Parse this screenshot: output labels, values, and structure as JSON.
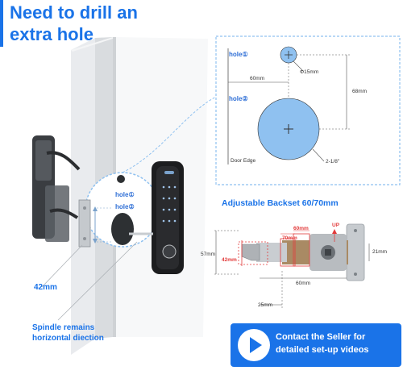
{
  "header": {
    "title_line1": "Need to drill an",
    "title_line2": "extra hole"
  },
  "template": {
    "hole1_label": "hole①",
    "hole2_label": "hole②",
    "dim_15mm": "Φ15mm",
    "dim_60mm": "60mm",
    "dim_68mm": "68mm",
    "dim_2_1_8": "2-1/8\"",
    "door_edge": "Door Edge"
  },
  "door": {
    "hole1_label": "hole①",
    "hole2_label": "hole②",
    "dim_42mm": "42mm",
    "spindle_line1": "Spindle remains",
    "spindle_line2": "horizontal diection"
  },
  "backset": {
    "title": "Adjustable Backset 60/70mm",
    "dim_60mm_red": "60mm",
    "dim_70mm_red": "70mm",
    "up": "UP",
    "dim_57mm": "57mm",
    "dim_42mm_red": "42mm",
    "dim_21mm": "21mm",
    "dim_60mm": "60mm",
    "dim_25mm": "25mm"
  },
  "cta": {
    "line1": "Contact the Seller for",
    "line2": "detailed set-up videos"
  }
}
